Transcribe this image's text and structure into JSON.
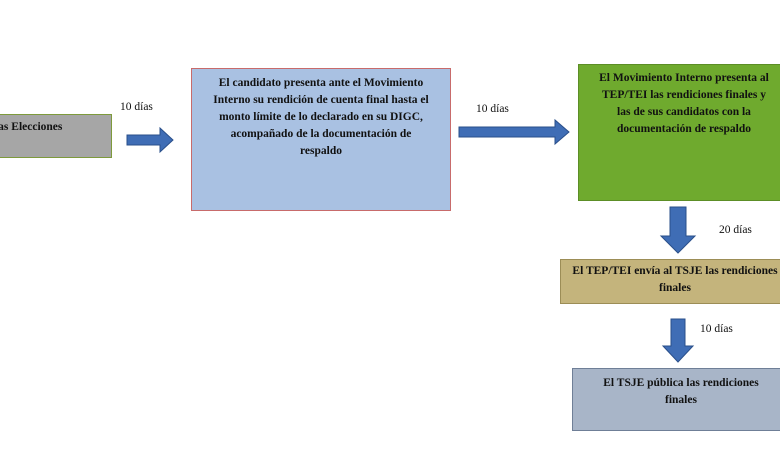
{
  "diagram": {
    "nodes": [
      {
        "id": "start",
        "text": "e las Elecciones"
      },
      {
        "id": "candidate",
        "lines": [
          "El candidato presenta ante el Movimiento",
          "Interno su rendición de cuenta final hasta el",
          "monto límite de lo declarado en su DIGC,",
          "acompañado de la documentación de",
          "respaldo"
        ]
      },
      {
        "id": "movement",
        "lines": [
          "El Movimiento Interno presenta al",
          "TEP/TEI las rendiciones finales  y",
          "las de sus candidatos con la",
          "documentación de respaldo"
        ]
      },
      {
        "id": "tep",
        "lines": [
          "El TEP/TEI envía al TSJE las rendiciones",
          "finales"
        ]
      },
      {
        "id": "tsje",
        "lines": [
          "El TSJE pública las rendiciones",
          "finales"
        ]
      }
    ],
    "edges": [
      {
        "from": "start",
        "to": "candidate",
        "label": "10 días"
      },
      {
        "from": "candidate",
        "to": "movement",
        "label": "10 días"
      },
      {
        "from": "movement",
        "to": "tep",
        "label": "20 días"
      },
      {
        "from": "tep",
        "to": "tsje",
        "label": "10 días"
      }
    ],
    "colors": {
      "start_fill": "#a6a6a6",
      "candidate_fill": "#a9c1e2",
      "movement_fill": "#6faa2e",
      "tep_fill": "#c4b47c",
      "tsje_fill": "#a8b5c8",
      "arrow_fill": "#3f6db5",
      "arrow_stroke": "#2a4f8a"
    }
  }
}
